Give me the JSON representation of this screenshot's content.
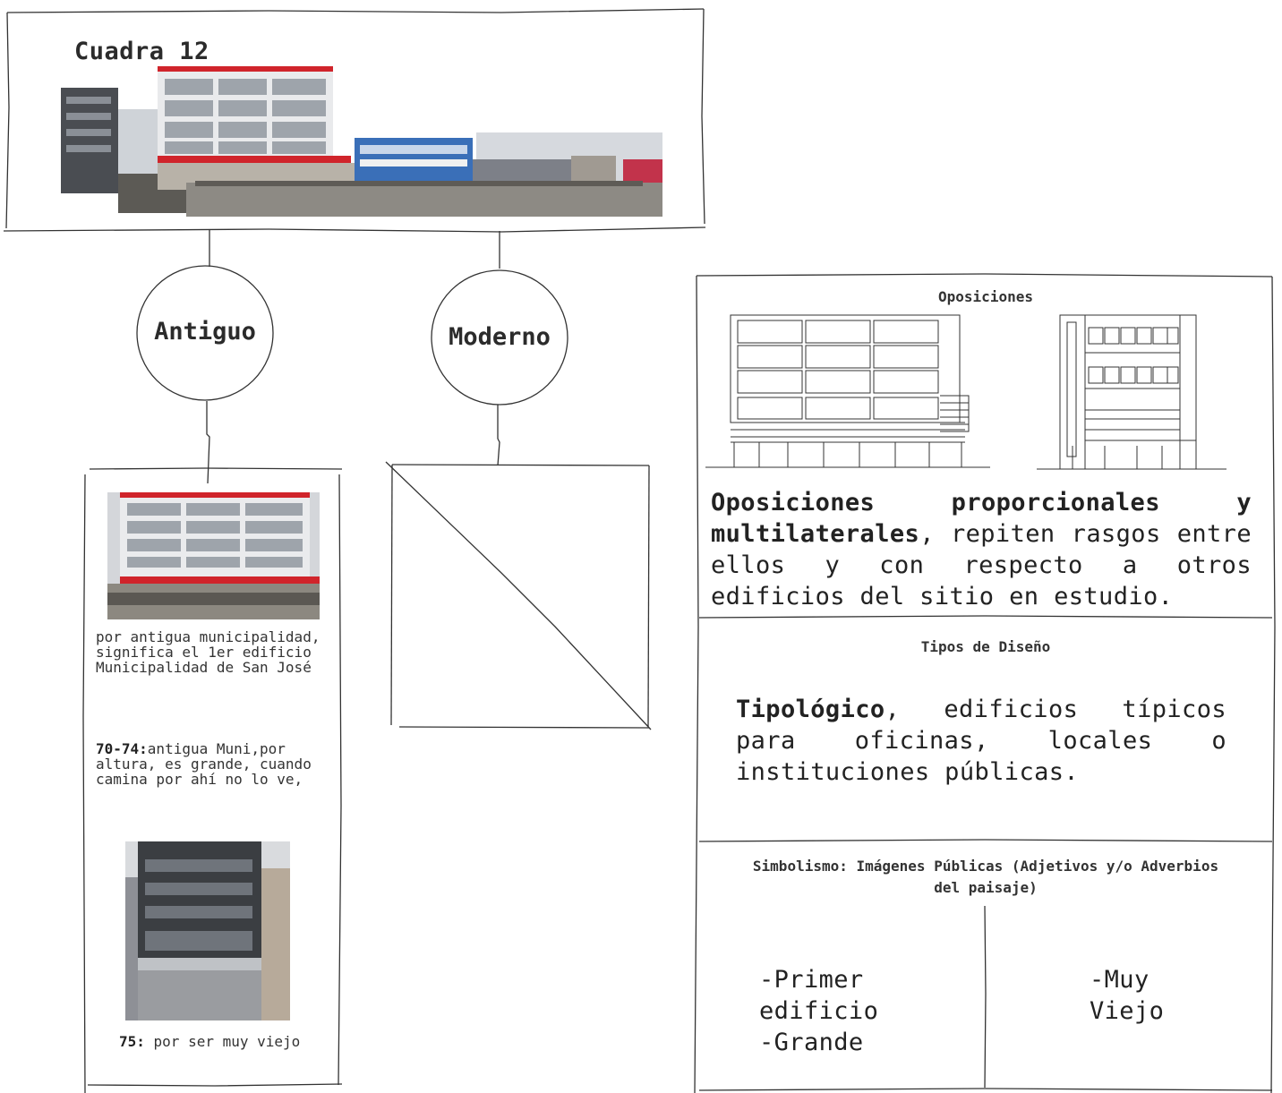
{
  "header": {
    "title": "Cuadra 12"
  },
  "nodes": {
    "antiguo_label": "Antiguo",
    "moderno_label": "Moderno"
  },
  "antiguo_panel": {
    "caption_1": "por antigua municipalidad, significa el 1er edificio Municipalidad de San José",
    "note_2_bold": "70-74:",
    "note_2_text": "antigua Muni,por altura, es grande, cuando camina por ahí no lo ve,",
    "note_3_bold": "75:",
    "note_3_text": " por ser muy viejo"
  },
  "oposiciones": {
    "title": "Oposiciones",
    "bold_text": "Oposiciones proporcionales y multilaterales",
    "rest_text": ", repiten rasgos entre ellos y con respecto a otros edificios del sitio en estudio."
  },
  "tipos": {
    "title": "Tipos de Diseño",
    "bold_text": "Tipológico",
    "rest_text": ", edificios típicos para oficinas, locales o instituciones públicas."
  },
  "simbolismo": {
    "title": "Simbolismo: Imágenes Públicas (Adjetivos y/o Adverbios del paisaje)",
    "left_lines": [
      "-Primer",
      "edificio",
      "-Grande"
    ],
    "right_lines": [
      "-Muy",
      "Viejo"
    ]
  },
  "colors": {
    "stroke": "#333333",
    "facade_red": "#d0242b",
    "sky": "#cfd3d8",
    "blue_building": "#3a6fb8"
  }
}
